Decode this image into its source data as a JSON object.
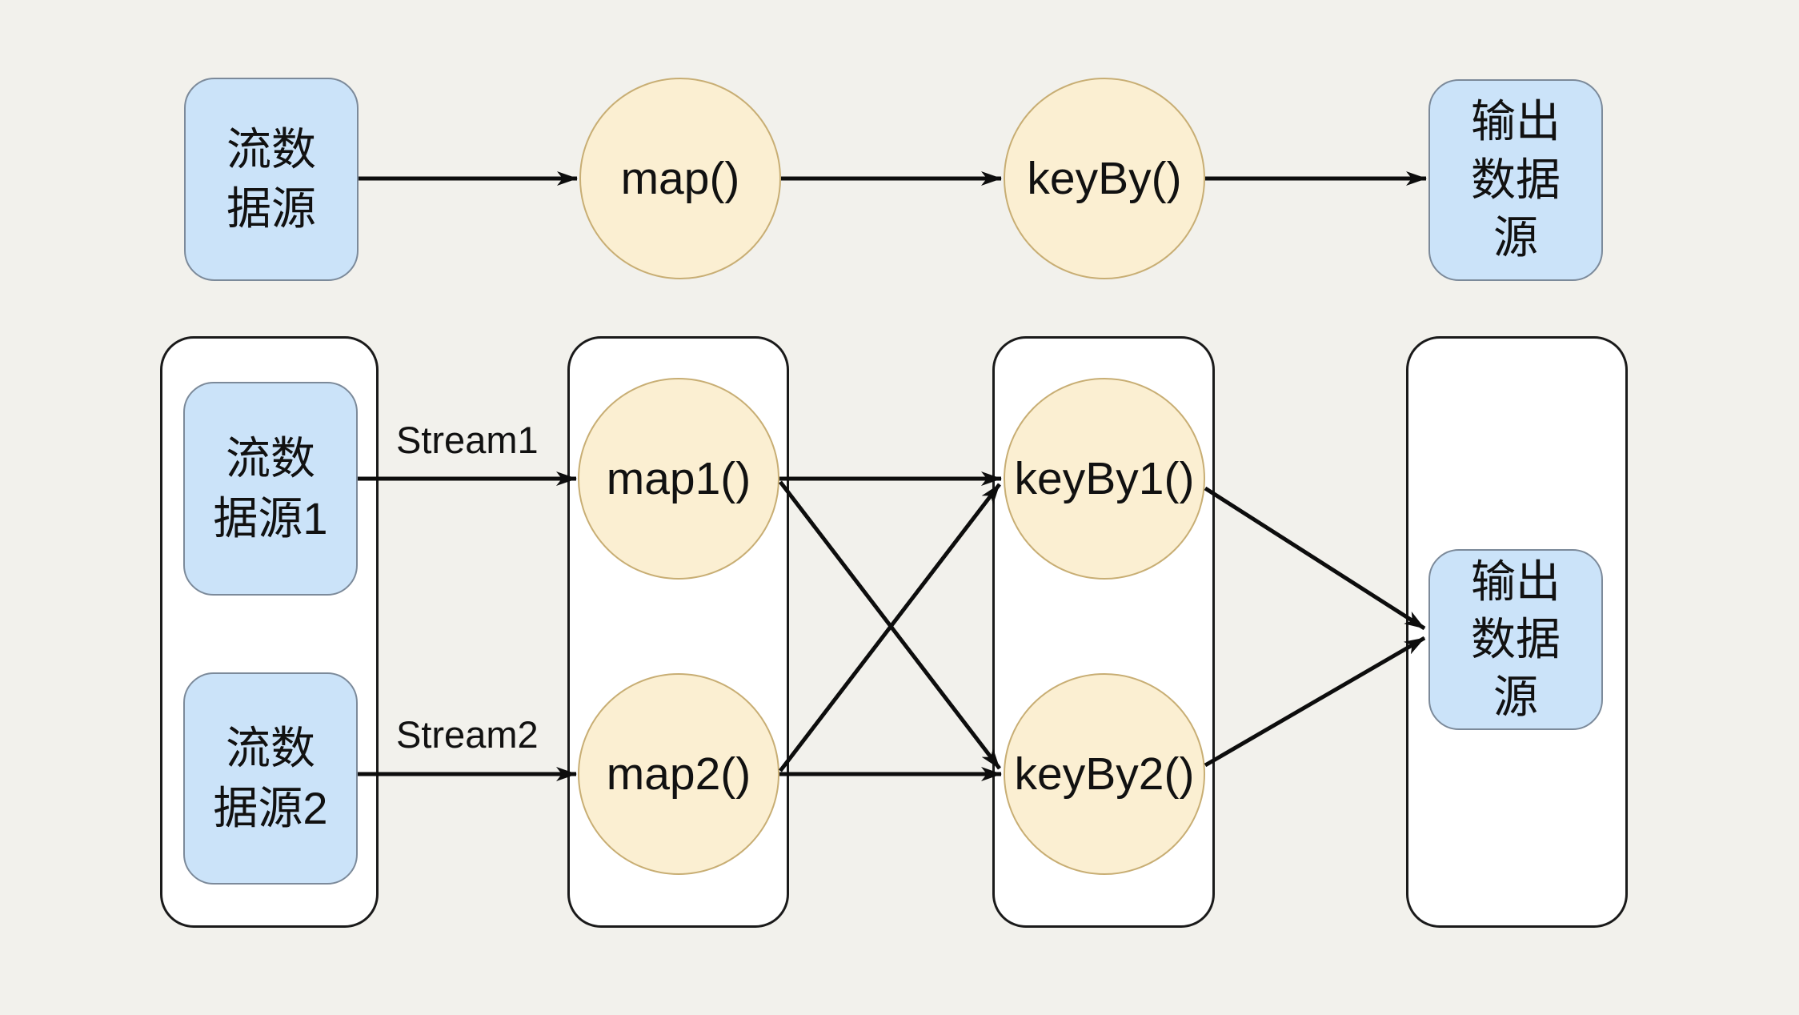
{
  "colors": {
    "background": "#F2F1EC",
    "source_fill": "#CBE3F9",
    "source_border": "#7C8A9A",
    "operator_fill": "#FBEFD2",
    "operator_border": "#C8AE74",
    "container_fill": "#FFFFFF",
    "container_border": "#1A1A1A",
    "arrow": "#0D0D0D",
    "text": "#111111"
  },
  "top_flow": {
    "source": "流数\n据源",
    "map": "map()",
    "keyby": "keyBy()",
    "sink": "输出\n数据\n源",
    "edges": [
      {
        "from": "source",
        "to": "map"
      },
      {
        "from": "map",
        "to": "keyby"
      },
      {
        "from": "keyby",
        "to": "sink"
      }
    ]
  },
  "parallel_flow": {
    "source1": "流数\n据源1",
    "source2": "流数\n据源2",
    "stream1": "Stream1",
    "stream2": "Stream2",
    "map1": "map1()",
    "map2": "map2()",
    "keyby1": "keyBy1()",
    "keyby2": "keyBy2()",
    "sink": "输出\n数据\n源",
    "edges": [
      {
        "from": "source1",
        "to": "map1",
        "label": "Stream1"
      },
      {
        "from": "source2",
        "to": "map2",
        "label": "Stream2"
      },
      {
        "from": "map1",
        "to": "keyby1",
        "label": ""
      },
      {
        "from": "map1",
        "to": "keyby2",
        "label": ""
      },
      {
        "from": "map2",
        "to": "keyby1",
        "label": ""
      },
      {
        "from": "map2",
        "to": "keyby2",
        "label": ""
      },
      {
        "from": "keyby1",
        "to": "sink",
        "label": ""
      },
      {
        "from": "keyby2",
        "to": "sink",
        "label": ""
      }
    ]
  }
}
